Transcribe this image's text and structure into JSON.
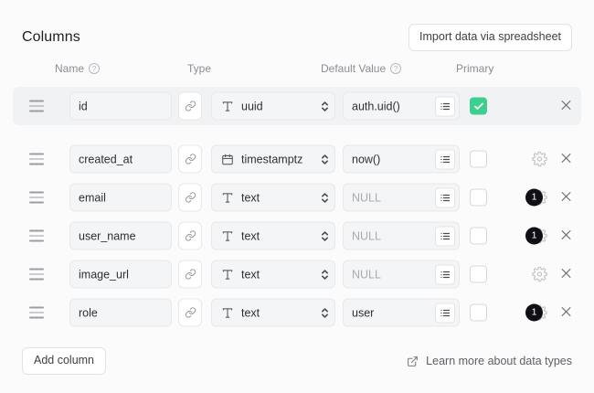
{
  "header": {
    "title": "Columns",
    "import_button": "Import data via spreadsheet"
  },
  "column_headers": {
    "name": "Name",
    "name_help_icon": "question-circle-icon",
    "type": "Type",
    "default_value": "Default Value",
    "default_value_help_icon": "question-circle-icon",
    "primary": "Primary"
  },
  "columns": [
    {
      "name": "id",
      "type": "uuid",
      "type_icon": "text-type-icon",
      "default_value": "auth.uid()",
      "default_is_placeholder": false,
      "primary": true,
      "selected": true,
      "has_gear": false,
      "badge": null
    },
    {
      "name": "created_at",
      "type": "timestamptz",
      "type_icon": "calendar-icon",
      "default_value": "now()",
      "default_is_placeholder": false,
      "primary": false,
      "selected": false,
      "has_gear": true,
      "badge": null
    },
    {
      "name": "email",
      "type": "text",
      "type_icon": "text-type-icon",
      "default_value": "NULL",
      "default_is_placeholder": true,
      "primary": false,
      "selected": false,
      "has_gear": true,
      "badge": "1"
    },
    {
      "name": "user_name",
      "type": "text",
      "type_icon": "text-type-icon",
      "default_value": "NULL",
      "default_is_placeholder": true,
      "primary": false,
      "selected": false,
      "has_gear": true,
      "badge": "1"
    },
    {
      "name": "image_url",
      "type": "text",
      "type_icon": "text-type-icon",
      "default_value": "NULL",
      "default_is_placeholder": true,
      "primary": false,
      "selected": false,
      "has_gear": true,
      "badge": null
    },
    {
      "name": "role",
      "type": "text",
      "type_icon": "text-type-icon",
      "default_value": "user",
      "default_is_placeholder": false,
      "primary": false,
      "selected": false,
      "has_gear": true,
      "badge": "1"
    }
  ],
  "footer": {
    "add_column": "Add column",
    "learn_more": "Learn more about data types",
    "learn_more_icon": "external-link-icon"
  },
  "colors": {
    "accent_green": "#3ECF8E",
    "badge_black": "#101014",
    "row_selected_bg": "#F1F2F4",
    "field_bg": "#F4F5F6",
    "page_bg": "#FBFBFC"
  }
}
